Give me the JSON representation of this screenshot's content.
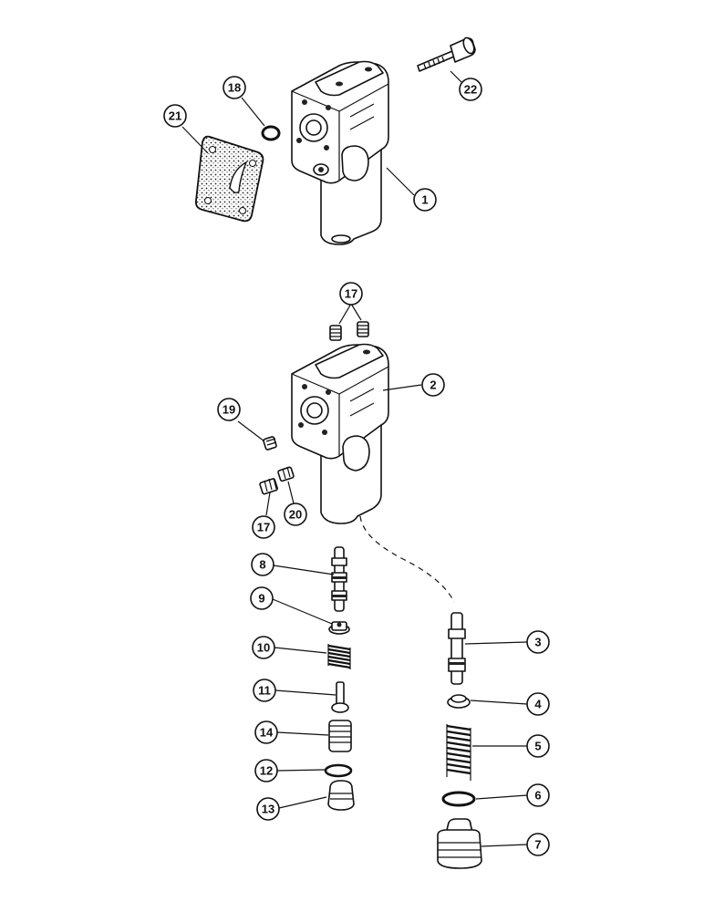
{
  "callouts": [
    {
      "key": "c1",
      "label": "1"
    },
    {
      "key": "c2",
      "label": "2"
    },
    {
      "key": "c3",
      "label": "3"
    },
    {
      "key": "c4",
      "label": "4"
    },
    {
      "key": "c5",
      "label": "5"
    },
    {
      "key": "c6",
      "label": "6"
    },
    {
      "key": "c7",
      "label": "7"
    },
    {
      "key": "c8",
      "label": "8"
    },
    {
      "key": "c9",
      "label": "9"
    },
    {
      "key": "c10",
      "label": "10"
    },
    {
      "key": "c11",
      "label": "11"
    },
    {
      "key": "c12",
      "label": "12"
    },
    {
      "key": "c13",
      "label": "13"
    },
    {
      "key": "c14",
      "label": "14"
    },
    {
      "key": "c17a",
      "label": "17"
    },
    {
      "key": "c17b",
      "label": "17"
    },
    {
      "key": "c18",
      "label": "18"
    },
    {
      "key": "c19",
      "label": "19"
    },
    {
      "key": "c20",
      "label": "20"
    },
    {
      "key": "c21",
      "label": "21"
    },
    {
      "key": "c22",
      "label": "22"
    }
  ]
}
